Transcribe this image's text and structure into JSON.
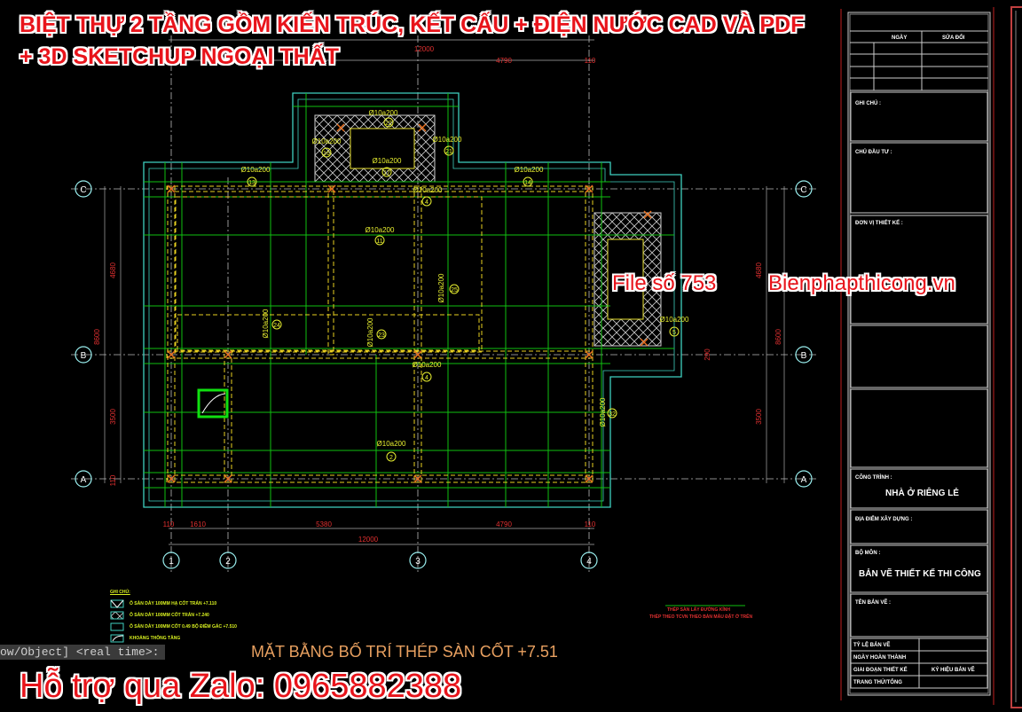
{
  "overlay": {
    "title_line1": "BIỆT THỰ 2 TẦNG GỒM KIẾN TRÚC, KẾT CẤU + ĐIỆN NƯỚC CAD VÀ PDF",
    "title_line2": "+ 3D SKETCHUP NGOẠI THẤT",
    "file_no": "File số 753",
    "website": "Bienphapthicong.vn",
    "support": "Hỗ trợ qua Zalo: 0965882388"
  },
  "command_line": "ow/Object] <real time>:",
  "drawing": {
    "title": "MẶT BẰNG BỐ TRÍ THÉP SÀN CỐT +7.51",
    "grid_x": [
      "1",
      "2",
      "3",
      "4"
    ],
    "grid_y": [
      "C",
      "B",
      "A"
    ],
    "dims_bottom": [
      "110",
      "1610",
      "5380",
      "4790",
      "110"
    ],
    "dims_total": "12000",
    "dims_top": [
      "4790",
      "110"
    ],
    "dims_top_total": "12000",
    "dims_left": [
      "4680",
      "8600",
      "3500",
      "110"
    ],
    "dims_right": [
      "4680",
      "8600",
      "3500",
      "290"
    ],
    "rebar": [
      {
        "label": "Ø10a200",
        "num": "22"
      },
      {
        "label": "Ø10a200",
        "num": "13"
      },
      {
        "label": "Ø10a200",
        "num": "14"
      },
      {
        "label": "Ø10a200",
        "num": "4"
      },
      {
        "label": "Ø10a200",
        "num": "11"
      },
      {
        "label": "Ø10a200",
        "num": "4"
      },
      {
        "label": "Ø10a200",
        "num": "2"
      },
      {
        "label": "Ø10a200",
        "num": "21"
      },
      {
        "label": "Ø10a200",
        "num": "16"
      },
      {
        "label": "Ø10a200",
        "num": "17"
      },
      {
        "label": "Ø10a200",
        "num": "5"
      },
      {
        "label": "Ø10a200",
        "num": "24"
      },
      {
        "label": "Ø10a200",
        "num": "23"
      },
      {
        "label": "Ø10a200",
        "num": "25"
      },
      {
        "label": "Ø10a200",
        "num": "32"
      }
    ],
    "legend": {
      "heading": "GHI CHÚ:",
      "items": [
        "Ô SÀN DÀY 100MM HẠ CỐT TRÁN +7.110",
        "Ô SÀN DÀY 100MM CỐT TRÁN +7.240",
        "Ô SÀN DÀY 100MM CỐT 0.49 BỘ ĐIỀM GÁC +7.510",
        "KHOẢNG THÔNG TẦNG"
      ]
    },
    "note": [
      "THÉP SÀN LẤY ĐƯỜNG KÍNH",
      "THÉP THEO TCVN THEO BẢN MẪU ĐẶT Ở TRÊN"
    ]
  },
  "title_block": {
    "rev_headers": [
      "NGÀY",
      "SỬA ĐỔI"
    ],
    "owner_label": "GHI CHÚ :",
    "investor_label": "CHỦ ĐẦU TƯ :",
    "designer_label": "ĐƠN VỊ THIẾT KẾ :",
    "project_label": "CÔNG TRÌNH :",
    "project_value": "NHÀ Ở RIÊNG LẺ",
    "location_label": "ĐỊA ĐIỂM XÂY DỰNG :",
    "stage_label": "BỘ MÔN :",
    "stage_value": "BẢN VẼ THIẾT KẾ THI CÔNG",
    "sheet_name_label": "TÊN BẢN VẼ :",
    "scale_label": "TỶ LỆ BẢN VẼ",
    "date_label": "NGÀY HOÀN THÀNH",
    "phase_label": "GIAI ĐOẠN THIẾT KẾ",
    "sheet_code_label": "KÝ HIỆU BẢN VẼ",
    "page_label": "TRANG THỨ/TỔNG"
  },
  "colors": {
    "slab": "#10c010",
    "outline": "#3fd0c0",
    "rebar_text": "#e8f030",
    "dim_text": "#e03030",
    "frame": "#c02020",
    "overlay": "#e8141b"
  }
}
